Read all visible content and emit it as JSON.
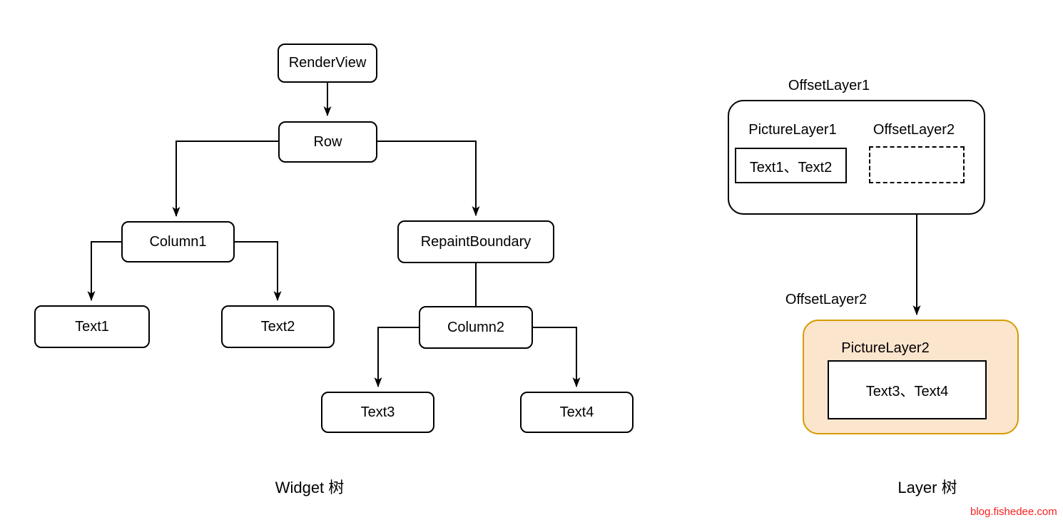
{
  "widget_tree": {
    "title": "Widget 树",
    "nodes": {
      "render_view": "RenderView",
      "row": "Row",
      "column1": "Column1",
      "repaint_boundary": "RepaintBoundary",
      "text1": "Text1",
      "text2": "Text2",
      "column2": "Column2",
      "text3": "Text3",
      "text4": "Text4"
    }
  },
  "layer_tree": {
    "title": "Layer 树",
    "offset_layer1": {
      "label": "OffsetLayer1",
      "picture_layer1": {
        "label": "PictureLayer1",
        "content": "Text1、Text2"
      },
      "offset_layer2_ref": {
        "label": "OffsetLayer2"
      }
    },
    "offset_layer2": {
      "label": "OffsetLayer2",
      "picture_layer2": {
        "label": "PictureLayer2",
        "content": "Text3、Text4"
      }
    }
  },
  "watermark": "blog.fishedee.com",
  "colors": {
    "line": "#000000",
    "highlight_fill": "#FCE5CD",
    "highlight_border": "#D79B00",
    "watermark_red": "#FB1E1E"
  }
}
